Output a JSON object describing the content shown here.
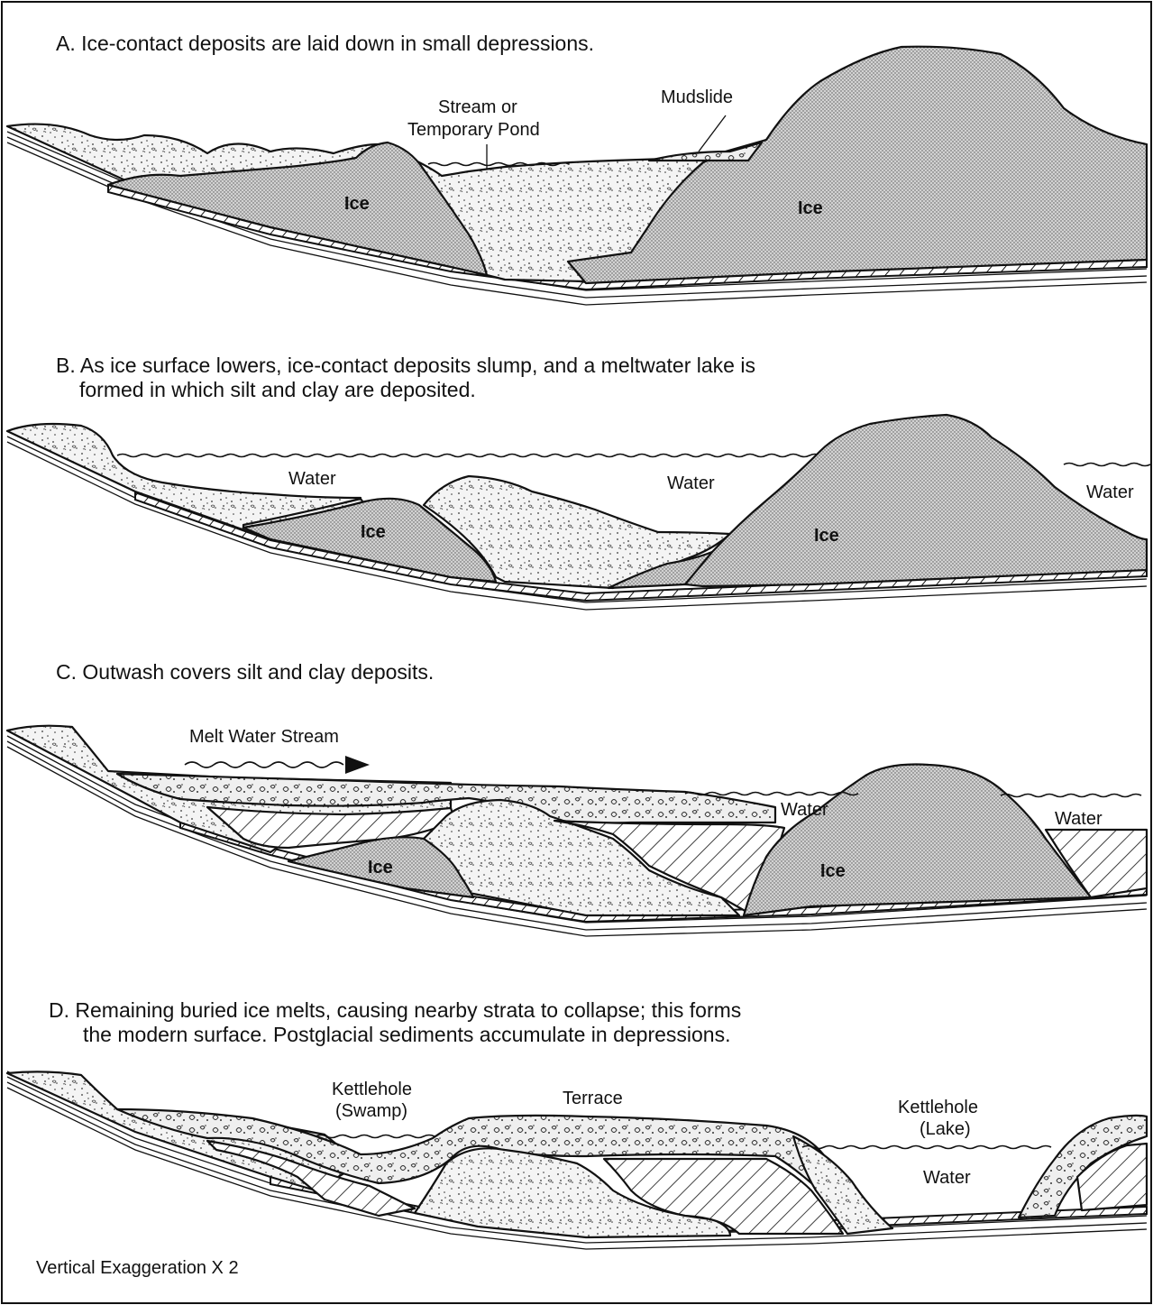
{
  "panels": [
    {
      "caption": "A. Ice-contact deposits are laid down in small depressions.",
      "labels": {
        "stream_pond_line1": "Stream or",
        "stream_pond_line2": "Temporary Pond",
        "mudslide": "Mudslide",
        "ice_left": "Ice",
        "ice_right": "Ice"
      }
    },
    {
      "caption_line1": "B. As ice surface lowers, ice-contact deposits slump, and a meltwater lake is",
      "caption_line2": "formed in which silt and clay are deposited.",
      "labels": {
        "water_left": "Water",
        "water_center": "Water",
        "water_right": "Water",
        "ice_left": "Ice",
        "ice_right": "Ice"
      }
    },
    {
      "caption": "C. Outwash covers silt and clay deposits.",
      "labels": {
        "melt_water_stream": "Melt Water Stream",
        "water_center": "Water",
        "water_right": "Water",
        "ice_left": "Ice",
        "ice_right": "Ice"
      }
    },
    {
      "caption_line1": "D. Remaining buried ice melts, causing nearby strata to collapse; this forms",
      "caption_line2": "the modern surface. Postglacial sediments accumulate in depressions.",
      "labels": {
        "kettle_swamp_line1": "Kettlehole",
        "kettle_swamp_line2": "(Swamp)",
        "terrace": "Terrace",
        "kettle_lake_line1": "Kettlehole",
        "kettle_lake_line2": "(Lake)",
        "water": "Water"
      }
    }
  ],
  "footer": "Vertical Exaggeration X 2",
  "colors": {
    "ink": "#111111",
    "ice_dots": "#555555",
    "background": "#ffffff"
  }
}
